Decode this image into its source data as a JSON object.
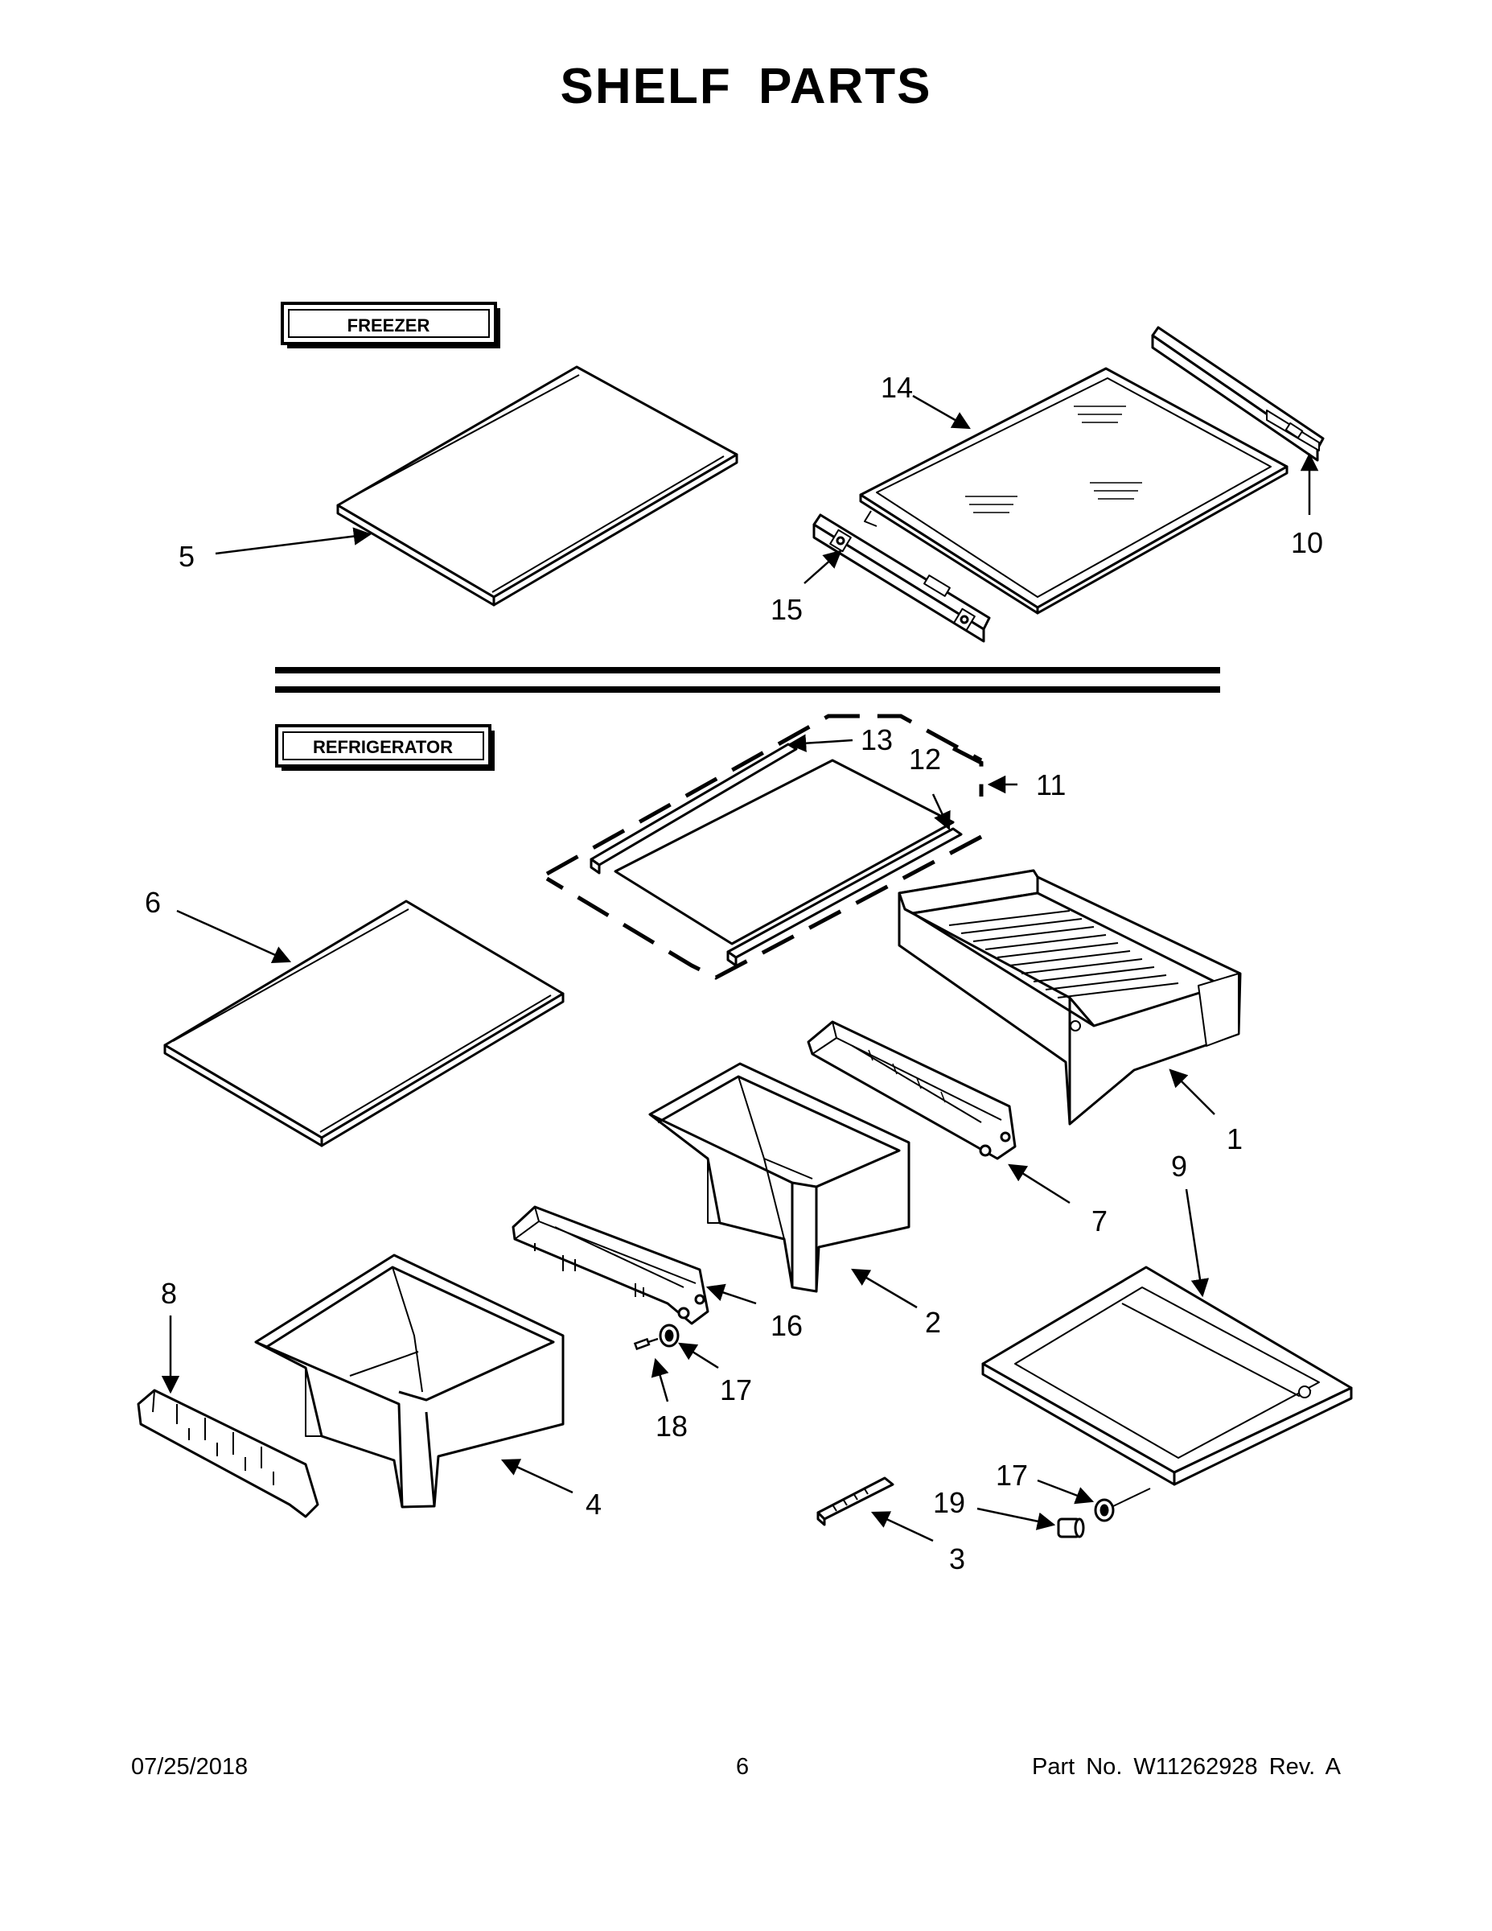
{
  "page": {
    "title": "SHELF PARTS",
    "footer": {
      "date": "07/25/2018",
      "page_number": "6",
      "part_number": "Part No.  W11262928  Rev.  A"
    }
  },
  "sections": {
    "freezer": "FREEZER",
    "refrigerator": "REFRIGERATOR"
  },
  "callouts": {
    "c1": "1",
    "c2": "2",
    "c3": "3",
    "c4": "4",
    "c5": "5",
    "c6": "6",
    "c7": "7",
    "c8": "8",
    "c9": "9",
    "c10": "10",
    "c11": "11",
    "c12": "12",
    "c13": "13",
    "c14": "14",
    "c15": "15",
    "c16": "16",
    "c17a": "17",
    "c17b": "17",
    "c18": "18",
    "c19": "19"
  },
  "colors": {
    "line": "#000000",
    "background": "#ffffff",
    "fill": "#ffffff"
  }
}
